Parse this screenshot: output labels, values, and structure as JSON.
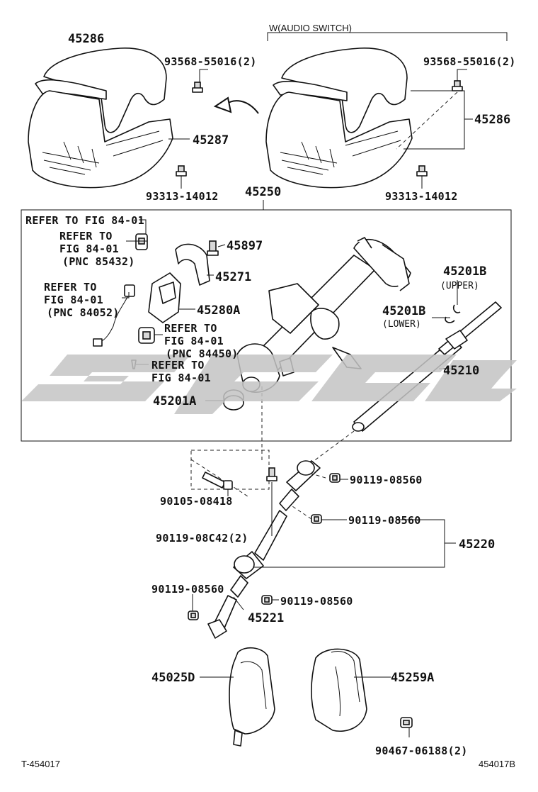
{
  "labels": {
    "l45286a": "45286",
    "l93568a": "93568-55016(2)",
    "l45287": "45287",
    "l93313a": "93313-14012",
    "audio": "W(AUDIO SWITCH)",
    "l93568b": "93568-55016(2)",
    "l45286b": "45286",
    "l93313b": "93313-14012",
    "l45250": "45250",
    "ref_top": "REFER TO FIG 84-01",
    "ref1_a": "REFER TO",
    "ref1_b": "FIG 84-01",
    "ref1_c": "(PNC 85432)",
    "l45897": "45897",
    "l45271": "45271",
    "ref2_a": "REFER TO",
    "ref2_b": "FIG 84-01",
    "ref2_c": "(PNC 84052)",
    "l45280a": "45280A",
    "ref3_a": "REFER TO",
    "ref3_b": "FIG 84-01",
    "ref3_c": "(PNC 84450)",
    "ref4_a": "REFER TO",
    "ref4_b": "FIG 84-01",
    "l45201a": "45201A",
    "l45201b_up": "45201B",
    "upper": "(UPPER)",
    "l45201b_low": "45201B",
    "lower": "(LOWER)",
    "l45210": "45210",
    "l90119_a": "90119-08560",
    "l90105": "90105-08418",
    "l90119_b": "90119-08560",
    "l45220": "45220",
    "l90119_c42": "90119-08C42(2)",
    "l90119_d": "90119-08560",
    "l90119_e": "90119-08560",
    "l45221": "45221",
    "l45025d": "45025D",
    "l45259a": "45259A",
    "l90467": "90467-06188(2)",
    "code_left": "T-454017",
    "code_right": "454017B"
  },
  "icons": {
    "arrow": "curved-arrow-icon",
    "watermark": "watermark-logo"
  },
  "colors": {
    "ink": "#111111",
    "watermark": "#c4c4c4",
    "background": "#ffffff"
  }
}
